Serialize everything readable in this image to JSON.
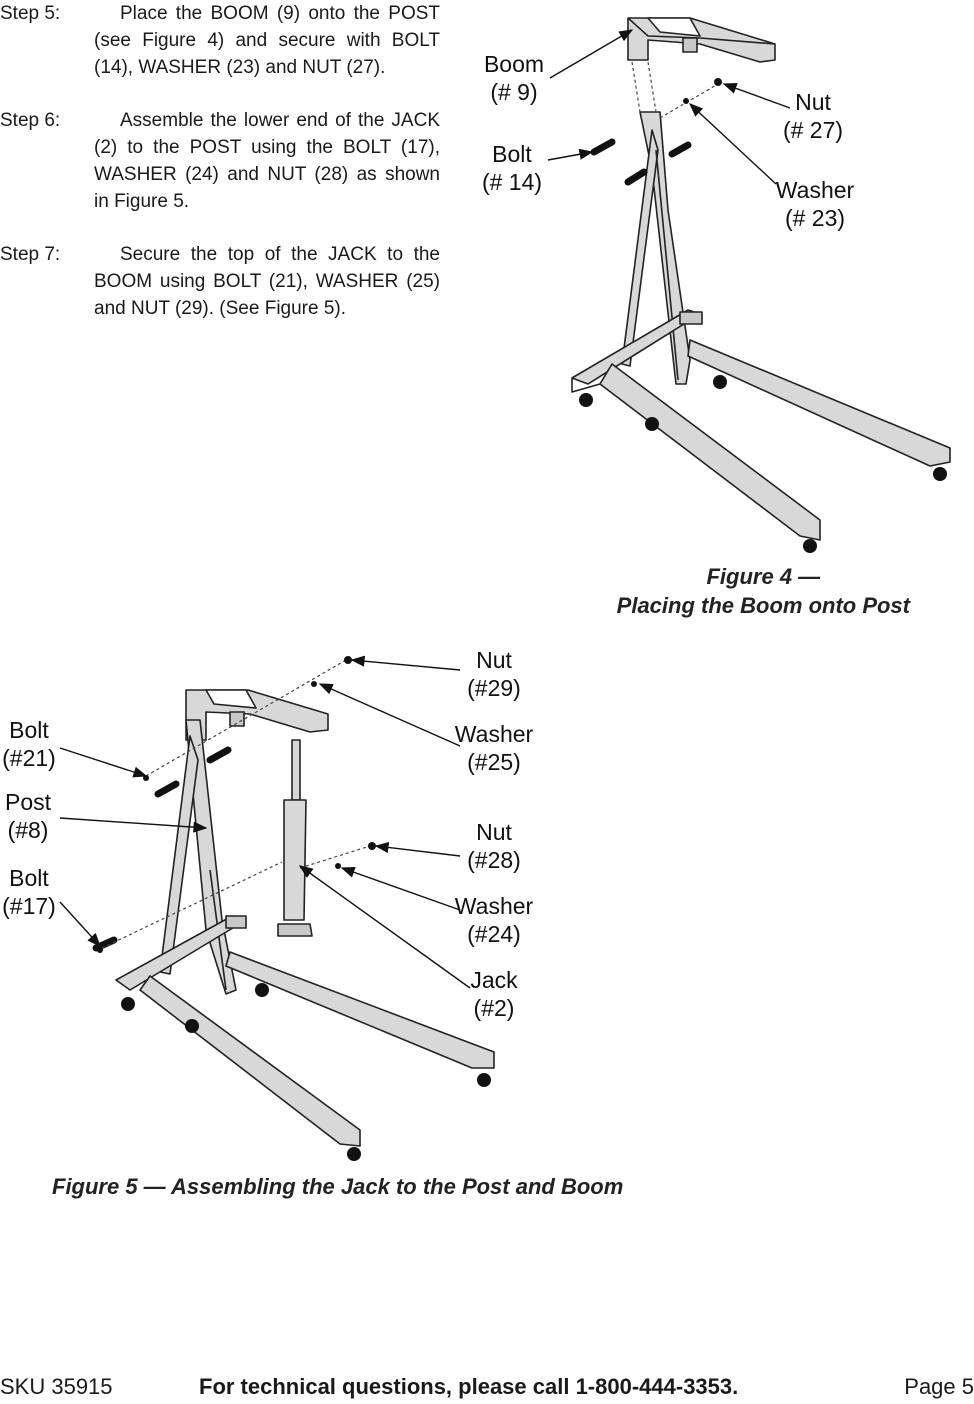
{
  "steps": [
    {
      "label": "Step 5:",
      "text": "Place the BOOM (9) onto the POST (see Figure 4) and secure with BOLT (14), WASHER (23) and NUT (27)."
    },
    {
      "label": "Step 6:",
      "text": "Assemble the lower end of the JACK (2) to the POST using the BOLT (17), WASHER (24) and NUT (28) as shown in Figure 5."
    },
    {
      "label": "Step 7:",
      "text": "Secure the top of the JACK to the BOOM using BOLT (21), WASHER (25) and NUT (29). (See Figure 5)."
    }
  ],
  "figure4": {
    "caption_line1": "Figure 4 —",
    "caption_line2": "Placing the Boom onto Post",
    "callouts": {
      "boom": [
        "Boom",
        "(# 9)"
      ],
      "bolt": [
        "Bolt",
        "(# 14)"
      ],
      "nut": [
        "Nut",
        "(# 27)"
      ],
      "washer": [
        "Washer",
        "(# 23)"
      ]
    }
  },
  "figure5": {
    "caption": "Figure 5 — Assembling the Jack to the Post and Boom",
    "callouts": {
      "bolt21": [
        "Bolt",
        "(#21)"
      ],
      "post": [
        "Post",
        "(#8)"
      ],
      "bolt17": [
        "Bolt",
        "(#17)"
      ],
      "nut29": [
        "Nut",
        "(#29)"
      ],
      "washer25": [
        "Washer",
        "(#25)"
      ],
      "nut28": [
        "Nut",
        "(#28)"
      ],
      "washer24": [
        "Washer",
        "(#24)"
      ],
      "jack": [
        "Jack",
        "(#2)"
      ]
    }
  },
  "footer": {
    "sku": "SKU 35915",
    "middle": "For technical questions, please call 1-800-444-3353.",
    "page": "Page 5"
  }
}
